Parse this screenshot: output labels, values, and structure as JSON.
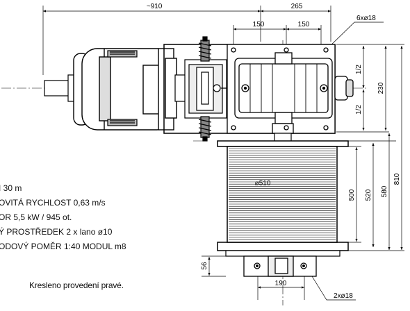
{
  "dimensions": {
    "overall_length": "~910",
    "gearbox_length": "265",
    "bolt_pitch_left": "150",
    "bolt_pitch_right": "150",
    "base_holes": "6xø18",
    "half_upper": "1/2",
    "half_lower": "1/2",
    "gearbox_height": "230",
    "drum_diameter": "ø510",
    "drum_inner_height": "500",
    "drum_flange_height": "520",
    "drum_total_height": "580",
    "overall_height": "810",
    "foot_height": "56",
    "foot_width": "190",
    "foot_holes": "2xø18"
  },
  "specifications": [
    "I 30 m",
    "OVITÁ RYCHLOST 0,63 m/s",
    "OR 5,5 kW / 945 ot.",
    "Ý PROSTŘEDEK 2 x lano ø10",
    "ODOVÝ POMĚR 1:40 MODUL m8"
  ],
  "note": "Kresleno provedení pravé."
}
